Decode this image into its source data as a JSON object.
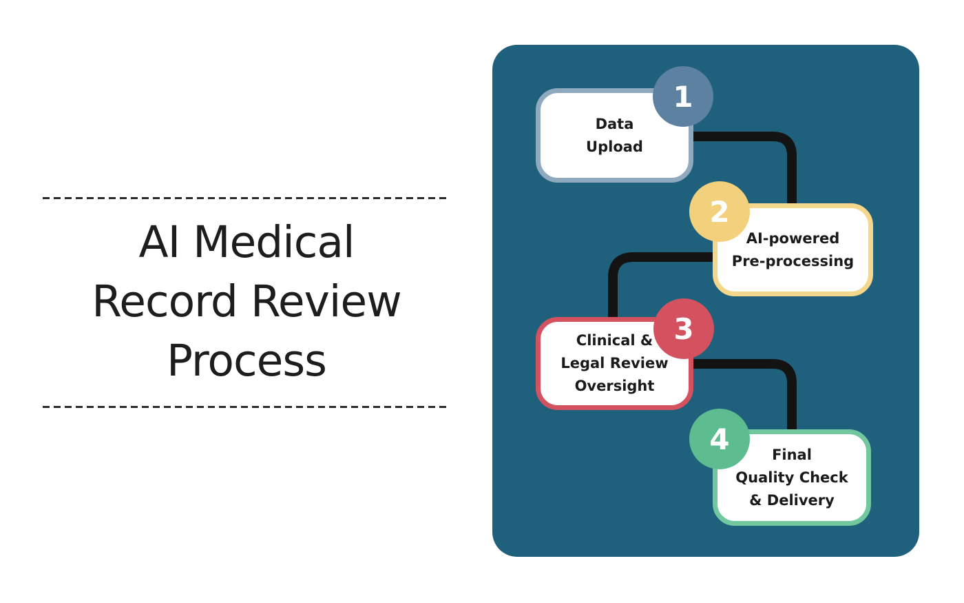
{
  "title": {
    "lines": [
      "AI Medical",
      "Record Review",
      "Process"
    ],
    "color": "#1d1d1d"
  },
  "dividers": {
    "color": "#2a2a2a",
    "style": "dashed"
  },
  "panel": {
    "bg": "#1f617c"
  },
  "connectors": {
    "color": "#131313",
    "links": [
      "step-1-to-step-2",
      "step-2-to-step-3",
      "step-3-to-step-4"
    ]
  },
  "steps": [
    {
      "number": "1",
      "lines": [
        "Data",
        "Upload"
      ],
      "label": "Data Upload",
      "circle_color": "#5d81a0",
      "border_color": "#8fa9bf"
    },
    {
      "number": "2",
      "lines": [
        "AI-powered",
        "Pre-processing"
      ],
      "label": "AI-powered Pre-processing",
      "circle_color": "#f3d07b",
      "border_color": "#f5d78b"
    },
    {
      "number": "3",
      "lines": [
        "Clinical &",
        "Legal Review",
        "Oversight"
      ],
      "label": "Clinical & Legal Review Oversight",
      "circle_color": "#d4525f",
      "border_color": "#d4525f"
    },
    {
      "number": "4",
      "lines": [
        "Final",
        "Quality Check",
        "& Delivery"
      ],
      "label": "Final Quality Check & Delivery",
      "circle_color": "#5ebd90",
      "border_color": "#71c79e"
    }
  ]
}
